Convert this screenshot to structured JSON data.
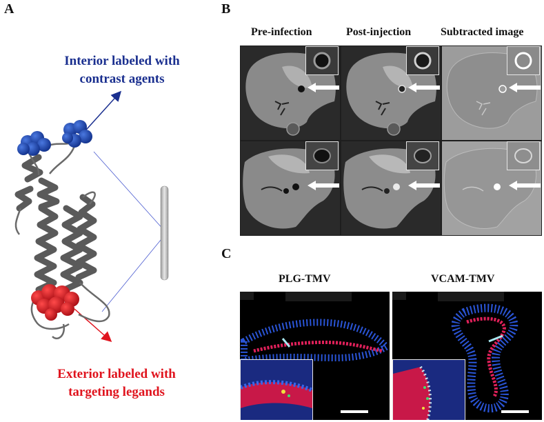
{
  "panels": {
    "a": "A",
    "b": "B",
    "c": "C"
  },
  "panel_a": {
    "interior_line1": "Interior labeled with",
    "interior_line2": "contrast agents",
    "exterior_line1": "Exterior labeled with",
    "exterior_line2": "targeting legands",
    "colors": {
      "interior": "#1a2f8f",
      "exterior": "#e0141e",
      "blue_spheres": "#1d45b8",
      "red_spheres": "#d91420",
      "protein": "#5a5a5a"
    }
  },
  "panel_b": {
    "columns": [
      "Pre-infection",
      "Post-injection",
      "Subtracted image"
    ]
  },
  "panel_c": {
    "columns": [
      "PLG-TMV",
      "VCAM-TMV"
    ],
    "colors": {
      "nuclei": "#2a55d8",
      "tissue": "#e0205a",
      "background": "#000000"
    }
  }
}
